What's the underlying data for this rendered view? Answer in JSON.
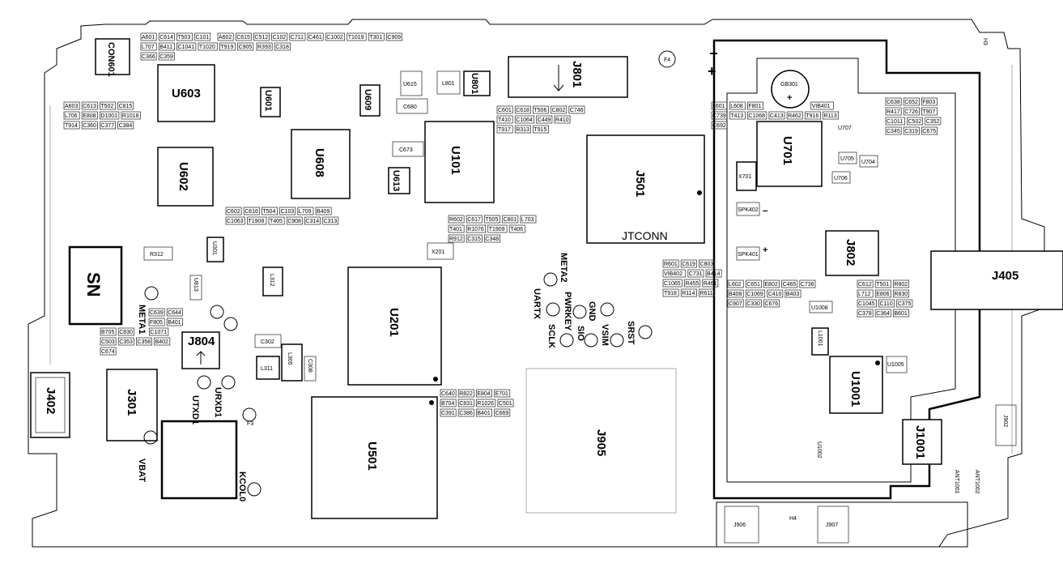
{
  "title": "PCB component placement (top side)",
  "colors": {
    "ink": "#000000",
    "board": "#ffffff",
    "outline_gray": "#999999"
  },
  "components": {
    "con601": "CON601",
    "u603": "U603",
    "u602": "U602",
    "u608": "U608",
    "u609": "U609",
    "u601": "U601",
    "u613": "U613",
    "u101": "U101",
    "u801": "U801",
    "j801": "J801",
    "j501": "J501",
    "jtconn": "JTCONN",
    "u701": "U701",
    "j802": "J802",
    "j405": "J405",
    "u201": "U201",
    "u501": "U501",
    "j905": "J905",
    "u1001": "U1001",
    "j1001": "J1001",
    "j402": "J402",
    "j301": "J301",
    "j804": "J804",
    "sn": "SN",
    "u301": "U301",
    "l311": "L311",
    "l305": "L305",
    "gb301": "GB301",
    "x201": "X201",
    "x701": "X701",
    "j906": "J906",
    "j907": "J907",
    "j902": "J902",
    "l801": "L801",
    "u615": "U615",
    "c680": "C680",
    "c673": "C673",
    "c302": "C302",
    "c308": "C308",
    "l312": "L312",
    "u1008": "U1008",
    "u1005": "U1005",
    "u1002": "U1002",
    "l1001": "L1001",
    "u707": "U707",
    "u705": "U705",
    "u704": "U704",
    "u706": "U706",
    "spk402": "SPK402",
    "spk401": "SPK401",
    "r312": "R312",
    "u813": "U813"
  },
  "testpoints": {
    "meta1": "META1",
    "meta2": "META2",
    "pwrkey": "PWRKEY",
    "uartx": "UARTX",
    "sclk": "SCLK",
    "sio": "SIO",
    "vsim": "VSIM",
    "gnd": "GND",
    "srst": "SRST",
    "utxd1": "UTXD1",
    "urxd1": "URXD1",
    "kcol0": "KCOL0",
    "vbat": "VBAT"
  },
  "marks": {
    "f3": "F3",
    "f4": "F4",
    "h4": "H4",
    "h3": "H3",
    "ant1001": "ANT1001",
    "ant1002": "ANT1002",
    "minus": "−",
    "plus": "+"
  },
  "small_labels": [
    "A603",
    "A601",
    "A602",
    "C602",
    "R602",
    "C601",
    "R601",
    "L601",
    "L602",
    "C638",
    "C639",
    "C640",
    "C612",
    "C613",
    "C614",
    "C615",
    "C616",
    "C617",
    "C618",
    "C619",
    "L608",
    "C651",
    "C652",
    "C644",
    "R822",
    "T501",
    "T502",
    "T503",
    "C512",
    "T504",
    "T505",
    "T506",
    "C803",
    "F801",
    "E802",
    "F803",
    "F805",
    "E804",
    "R802",
    "C815",
    "C101",
    "C102",
    "C103",
    "C801",
    "C802",
    "VIB402",
    "VIB401",
    "C465",
    "R417",
    "B401",
    "E701",
    "L712",
    "L706",
    "L707",
    "C711",
    "L709",
    "L703",
    "C746",
    "C731",
    "C739",
    "C736",
    "C726",
    "B705",
    "B704",
    "E806",
    "E808",
    "B411",
    "C461",
    "B409",
    "T401",
    "T410",
    "B414",
    "T413",
    "B408",
    "T907",
    "C830",
    "C831",
    "R830",
    "D1001",
    "C1041",
    "C1002",
    "C1063",
    "R1076",
    "C1064",
    "C1065",
    "C1068",
    "C1069",
    "C1011",
    "C1071",
    "R1026",
    "C1045",
    "R1018",
    "T1020",
    "T1019",
    "T1908",
    "T1909",
    "C449",
    "R455",
    "C413",
    "C410",
    "C502",
    "C503",
    "C501",
    "C110",
    "T914",
    "T919",
    "T301",
    "T405",
    "T406",
    "R410",
    "R461",
    "R462",
    "B403",
    "C352",
    "C353",
    "C391",
    "C375",
    "C360",
    "C905",
    "C909",
    "C908",
    "R912",
    "T917",
    "T918",
    "T916",
    "C907",
    "C345",
    "C358",
    "C386",
    "C378",
    "C377",
    "C366",
    "R393",
    "C314",
    "C315",
    "R313",
    "R114",
    "R113",
    "C330",
    "C319",
    "B402",
    "B401",
    "C364",
    "C384",
    "C359",
    "C318",
    "C313",
    "C348",
    "T915",
    "R611",
    "C692",
    "C676",
    "C675",
    "C674",
    "C669",
    "B601"
  ]
}
